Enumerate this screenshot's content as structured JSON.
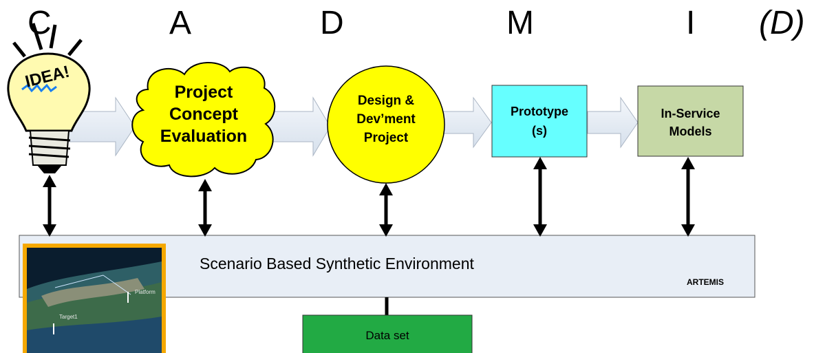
{
  "phase_letters": [
    "C",
    "A",
    "D",
    "M",
    "I",
    "(D)"
  ],
  "bulb": {
    "label": "IDEA!"
  },
  "stages": [
    {
      "lines": [
        "Project",
        "Concept",
        "Evaluation"
      ],
      "shape": "cloud",
      "color": "#ffff00"
    },
    {
      "lines": [
        "Design &",
        "Dev’ment",
        "Project"
      ],
      "shape": "circle",
      "color": "#ffff00"
    },
    {
      "lines": [
        "Prototype",
        "(s)"
      ],
      "shape": "rect",
      "color": "#66ffff"
    },
    {
      "lines": [
        "In-Service",
        "Models"
      ],
      "shape": "rect",
      "color": "#c6d8a6"
    }
  ],
  "environment": {
    "title": "Scenario Based Synthetic Environment",
    "tag": "ARTEMIS",
    "color": "#e8eef6"
  },
  "thumbnail": {
    "labels": [
      "Target1",
      "Platform"
    ],
    "frame_color": "#f5a800"
  },
  "dataset": {
    "label": "Data set",
    "color": "#22aa44"
  }
}
